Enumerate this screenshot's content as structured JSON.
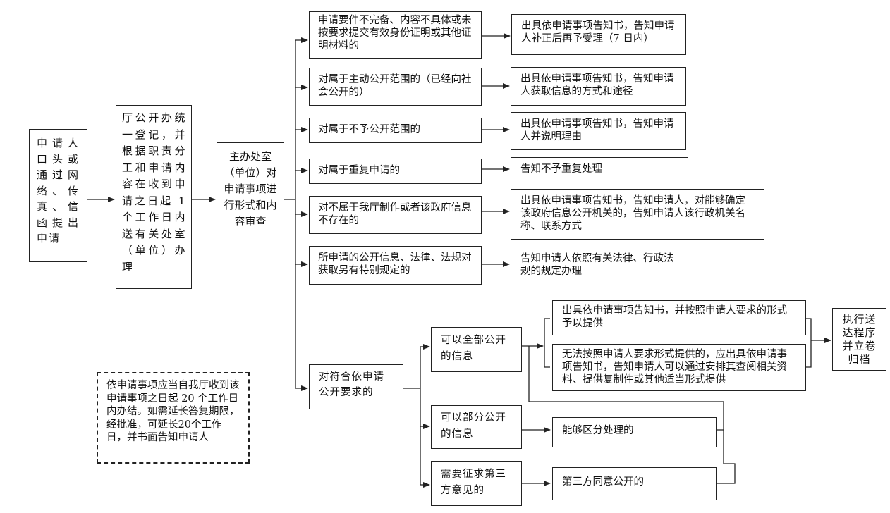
{
  "flow": {
    "applicant": "申请人口头或通过网络、传真、信函提出申请",
    "registration": "厅公开办统一登记，并根据职责分工和申请内容在收到申请之日起 1 个工作日内送有关处室（单位）办理",
    "review": "主办处室（单位）对申请事项进行形式和内容审查",
    "cases": [
      {
        "condition": "申请要件不完备、内容不具体或未按要求提交有效身份证明或其他证明材料的",
        "result": "出具依申请事项告知书，告知申请人补正后再予受理（7 日内）"
      },
      {
        "condition": "对属于主动公开范围的（已经向社会公开的）",
        "result": "出具依申请事项告知书，告知申请人获取信息的方式和途径"
      },
      {
        "condition": "对属于不予公开范围的",
        "result": "出具依申请事项告知书，告知申请人并说明理由"
      },
      {
        "condition": "对属于重复申请的",
        "result": "告知不予重复处理"
      },
      {
        "condition": "对不属于我厅制作或者该政府信息不存在的",
        "result": "出具依申请事项告知书，告知申请人，对能够确定该政府信息公开机关的，告知申请人该行政机关名称、联系方式"
      },
      {
        "condition": "所申请的公开信息、法律、法规对获取另有特别规定的",
        "result": "告知申请人依照有关法律、行政法规的规定办理"
      }
    ],
    "compliant": "对符合依申请公开要求的",
    "full_open": "可以全部公开的信息",
    "full_open_results": [
      "出具依申请事项告知书，并按照申请人要求的形式予以提供",
      "无法按照申请人要求形式提供的，应出具依申请事项告知书，告知申请人可以通过安排其查阅相关资料、提供复制件或其他适当形式提供"
    ],
    "partial_open": "可以部分公开的信息",
    "partial_result": "能够区分处理的",
    "third_party": "需要征求第三方意见的",
    "third_party_result": "第三方同意公开的",
    "final": "执行送达程序并立卷归档"
  },
  "note": "依申请事项应当自我厅收到该申请事项之日起 20 个工作日内办结。如需延长答复期限，经批准，可延长20个工作日，并书面告知申请人",
  "colors": {
    "line": "#222222",
    "background": "#ffffff",
    "text": "#111111"
  }
}
